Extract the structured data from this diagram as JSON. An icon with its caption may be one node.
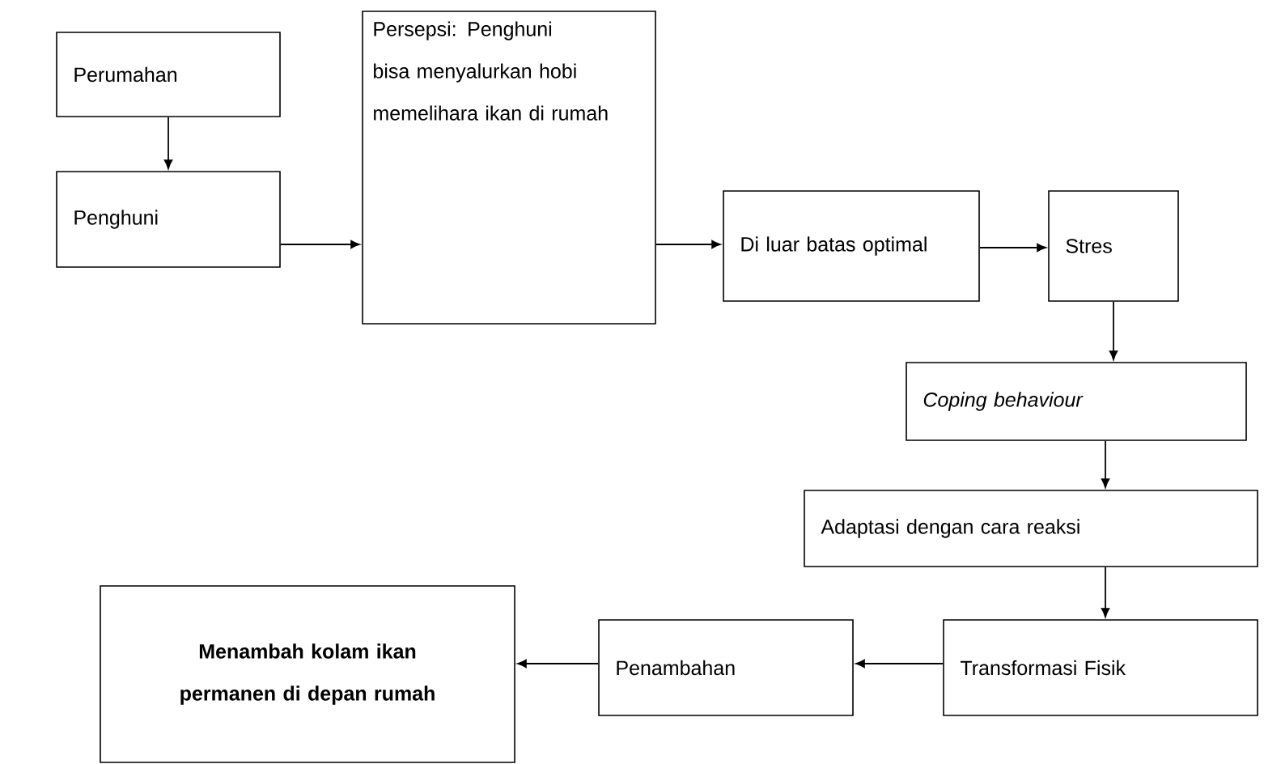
{
  "diagram": {
    "nodes": [
      {
        "text": [
          "Perumahan"
        ]
      },
      {
        "text": [
          "Penghuni"
        ]
      },
      {
        "text": [
          "Persepsi: Penghuni bisa menyalurkan hobi memelihara ikan di rumah"
        ]
      },
      {
        "text": [
          "Di luar batas optimal"
        ]
      },
      {
        "text": [
          "Stres"
        ]
      },
      {
        "text": [
          "Coping behaviour"
        ]
      },
      {
        "text": [
          "Adaptasi dengan cara reaksi"
        ]
      },
      {
        "text": [
          "Transformasi Fisik"
        ]
      },
      {
        "text": [
          "Penambahan"
        ]
      },
      {
        "text": [
          "Menambah kolam ikan permanen di depan rumah"
        ]
      }
    ],
    "edges": [
      {
        "from": 0,
        "to": 1,
        "arrow": "to"
      },
      {
        "from": 1,
        "to": 2,
        "arrow": "to"
      },
      {
        "from": 2,
        "to": 3,
        "arrow": "to"
      },
      {
        "from": 3,
        "to": 4,
        "arrow": "to"
      },
      {
        "from": 4,
        "to": 5,
        "arrow": "to"
      },
      {
        "from": 5,
        "to": 6,
        "arrow": "to"
      },
      {
        "from": 6,
        "to": 7,
        "arrow": "to"
      },
      {
        "from": 7,
        "to": 8,
        "arrow": "to"
      },
      {
        "from": 8,
        "to": 9,
        "arrow": "to"
      }
    ]
  }
}
